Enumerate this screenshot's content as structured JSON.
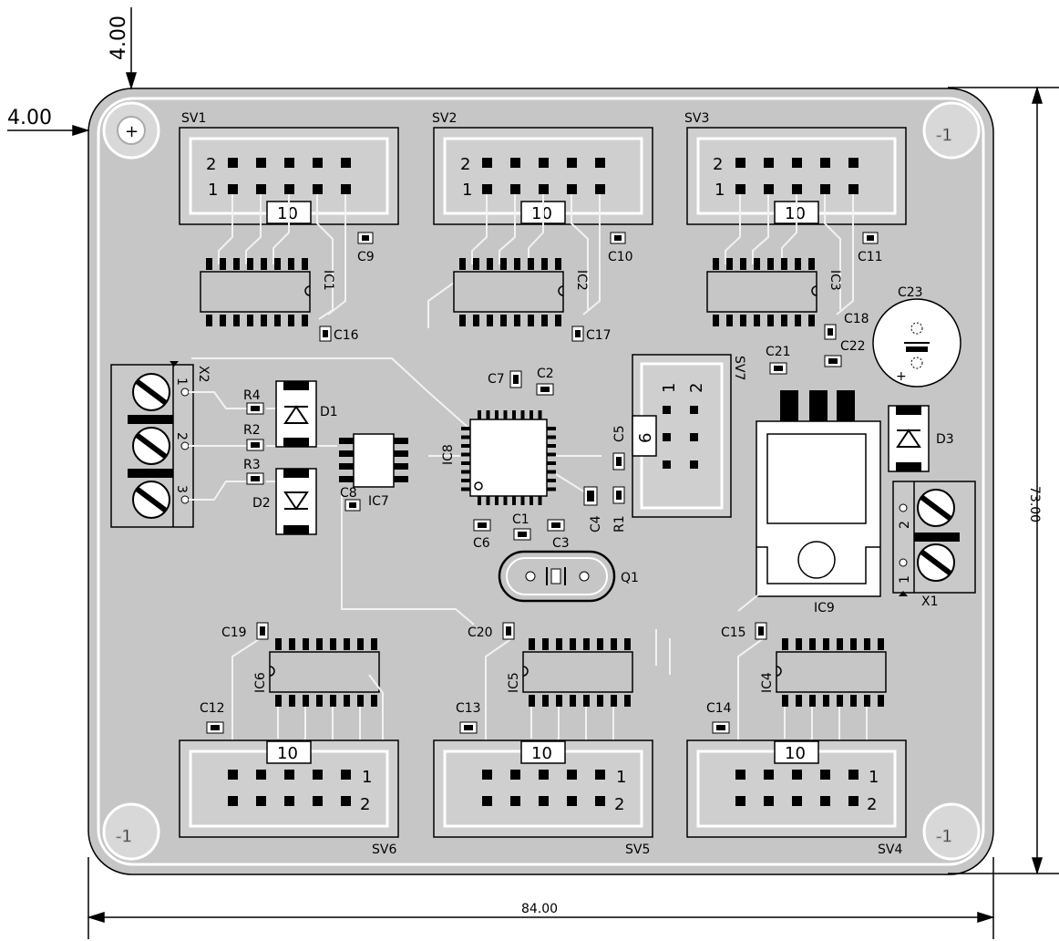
{
  "dimensions": {
    "top_offset": "4.00",
    "left_offset": "4.00",
    "height": "73.00",
    "width": "84.00"
  },
  "headers": {
    "top": [
      {
        "name": "SV1",
        "pin_a": "2",
        "pin_b": "1",
        "pin_c": "10",
        "cap": "C9",
        "ic": "IC1",
        "decoup": "C16"
      },
      {
        "name": "SV2",
        "pin_a": "2",
        "pin_b": "1",
        "pin_c": "10",
        "cap": "C10",
        "ic": "IC2",
        "decoup": "C17"
      },
      {
        "name": "SV3",
        "pin_a": "2",
        "pin_b": "1",
        "pin_c": "10",
        "cap": "C11",
        "ic": "IC3",
        "decoup": "C18"
      }
    ],
    "bottom": [
      {
        "name": "SV6",
        "pin_a": "1",
        "pin_b": "2",
        "pin_c": "10",
        "cap": "C12",
        "ic": "IC6",
        "decoup": "C19"
      },
      {
        "name": "SV5",
        "pin_a": "1",
        "pin_b": "2",
        "pin_c": "10",
        "cap": "C13",
        "ic": "IC5",
        "decoup": "C20"
      },
      {
        "name": "SV4",
        "pin_a": "1",
        "pin_b": "2",
        "pin_c": "10",
        "cap": "C14",
        "ic": "IC4",
        "decoup": "C15"
      }
    ]
  },
  "terminal_x2": {
    "name": "X2",
    "pins": [
      "1",
      "2",
      "3"
    ]
  },
  "terminal_x1": {
    "name": "X1",
    "pins": [
      "2",
      "1"
    ]
  },
  "resistors": {
    "r4": "R4",
    "r2": "R2",
    "r3": "R3",
    "r1": "R1"
  },
  "diodes": {
    "d1": "D1",
    "d2": "D2",
    "d3": "D3"
  },
  "ics": {
    "ic7": "IC7",
    "ic8": "IC8",
    "ic9": "IC9"
  },
  "caps": {
    "c1": "C1",
    "c2": "C2",
    "c3": "C3",
    "c4": "C4",
    "c5": "C5",
    "c6": "C6",
    "c7": "C7",
    "c8": "C8",
    "c21": "C21",
    "c22": "C22",
    "c23": "C23"
  },
  "crystal": "Q1",
  "sv7": {
    "name": "SV7",
    "pin1": "1",
    "pin2": "2",
    "pin6": "6"
  },
  "mount_holes": {
    "top_left": "+",
    "other": "-1"
  }
}
